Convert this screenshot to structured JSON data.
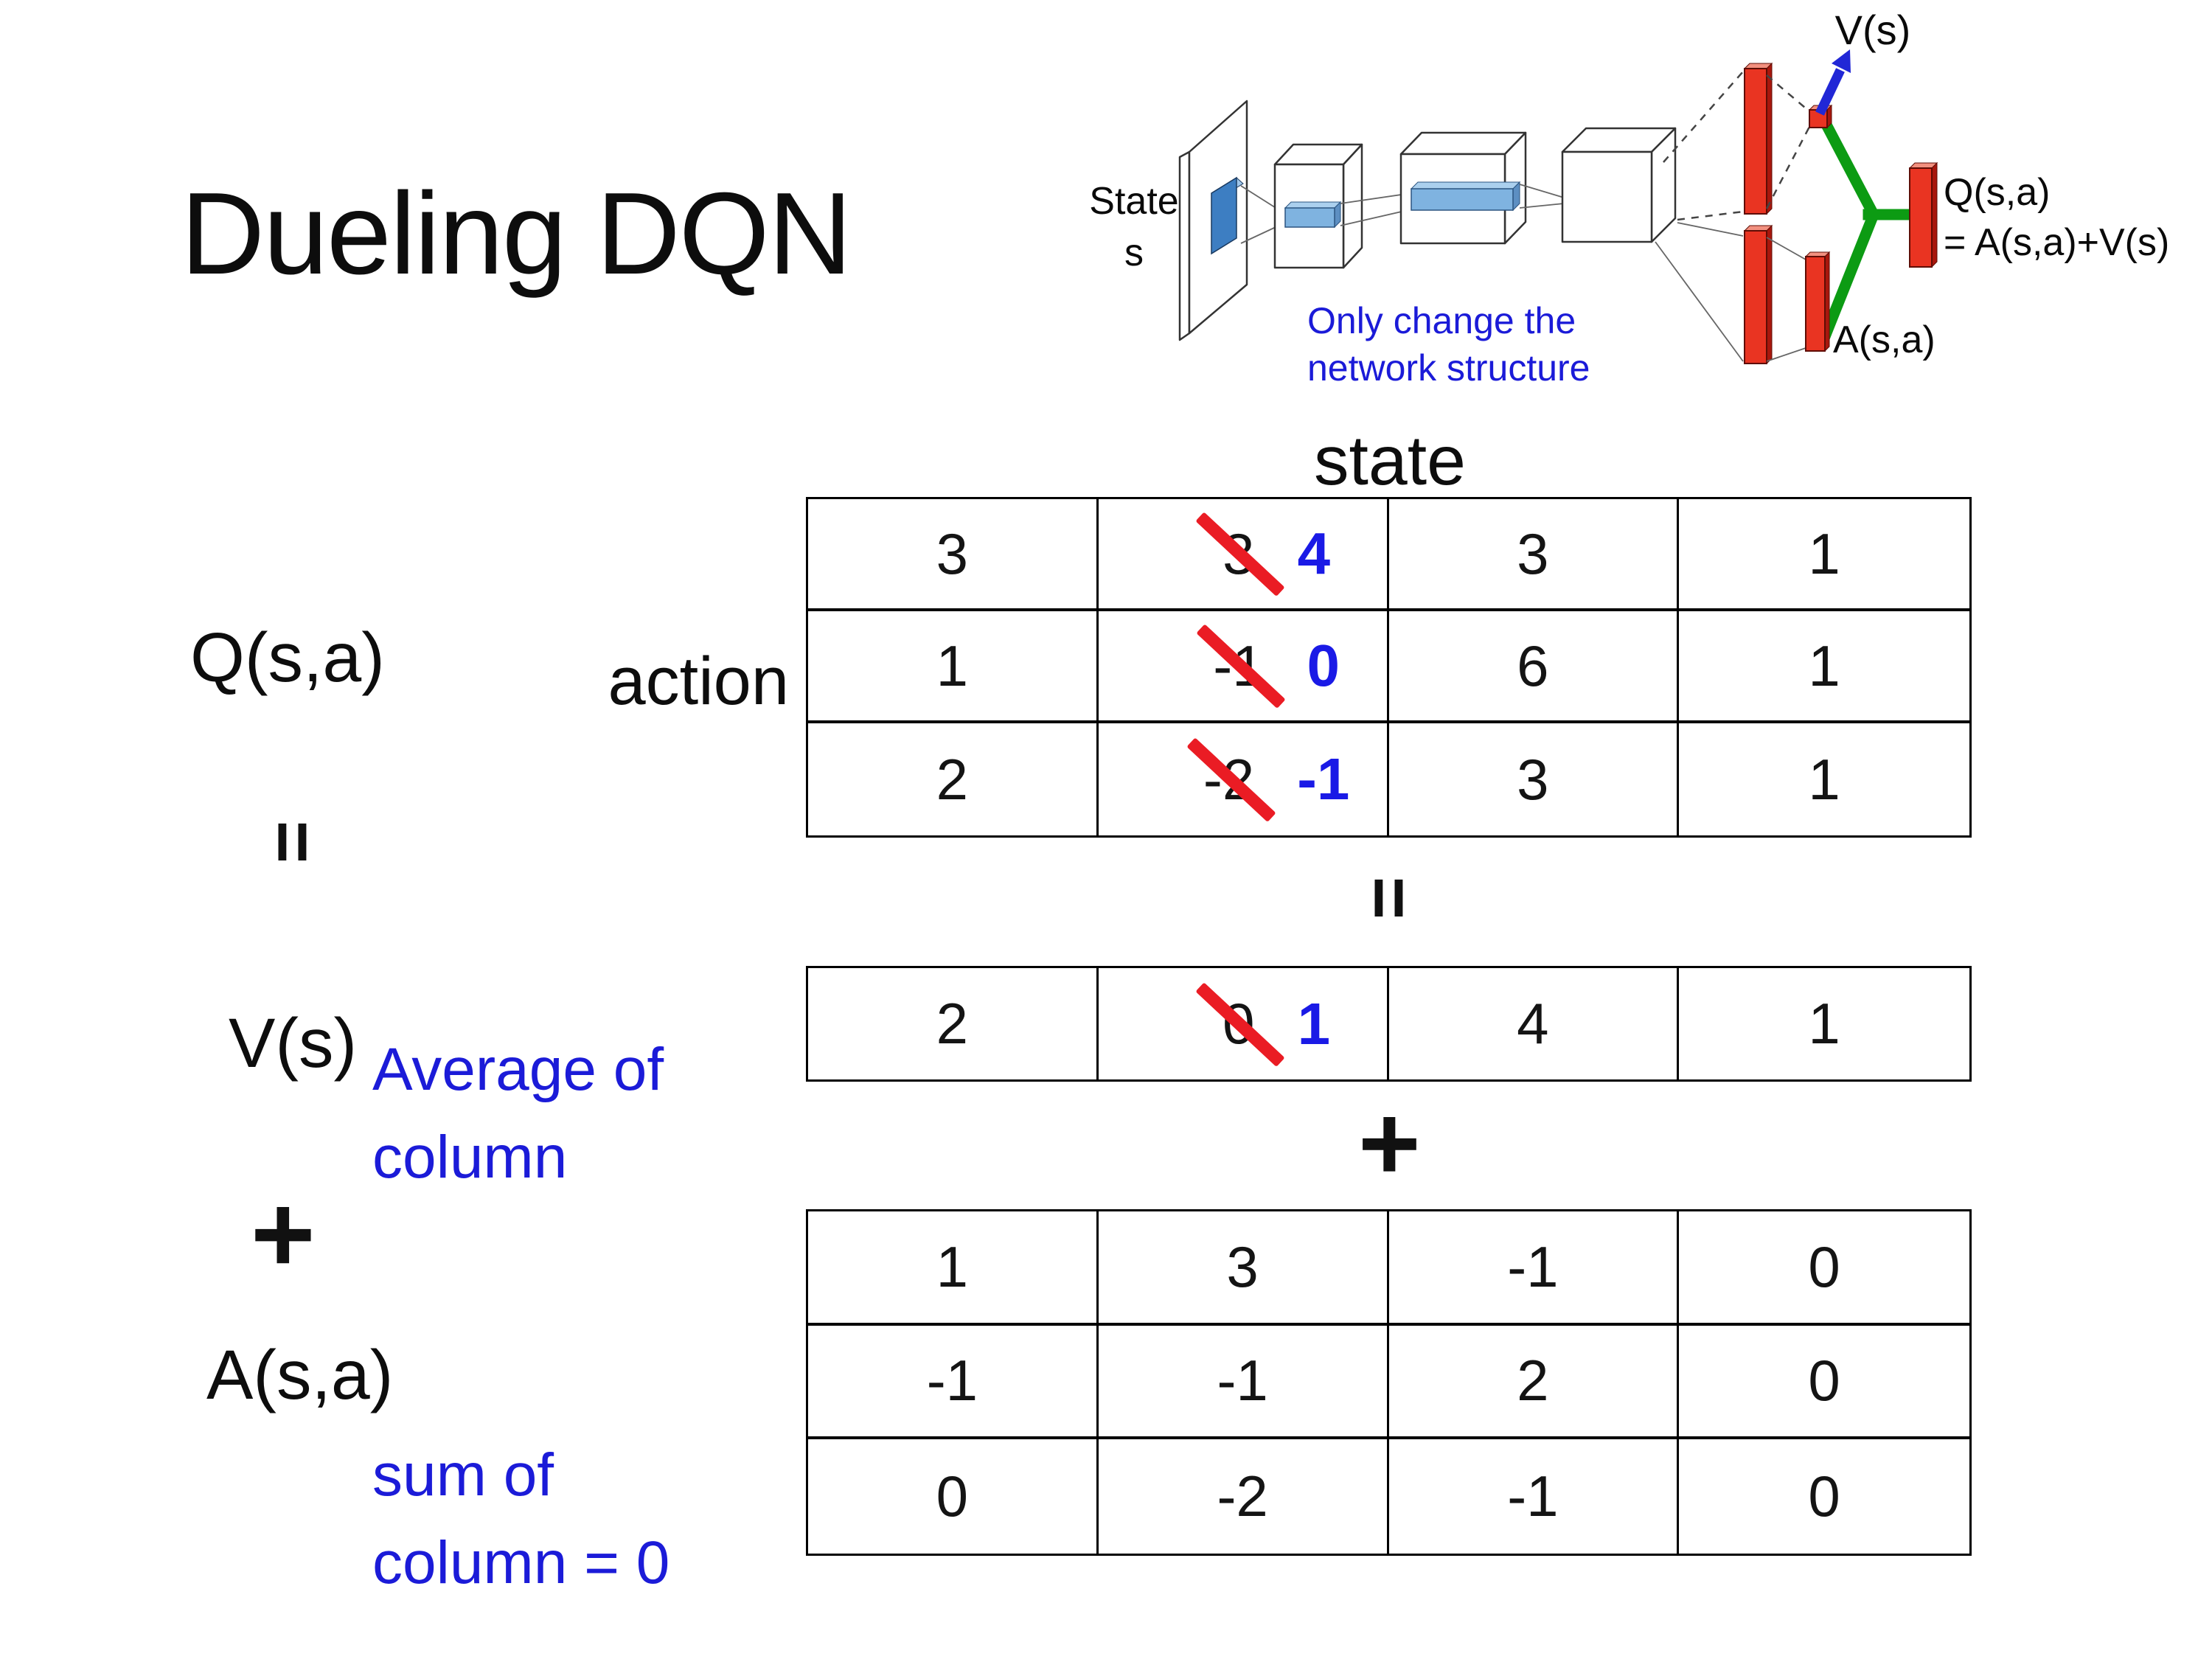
{
  "slide": {
    "title": "Dueling DQN"
  },
  "colors": {
    "highlight_blue": "#1a1ae6",
    "cross_red": "#ea1c24",
    "note_blue": "#1b1bd8",
    "diagram_green": "#0c9b13",
    "diagram_red": "#e93422",
    "arrow_blue": "#2127d6",
    "bar_blue": "#7fb3e0"
  },
  "diagram": {
    "state_line1": "State",
    "state_line2": "s",
    "note_line1": "Only change the",
    "note_line2": "network structure",
    "v_out_label": "V(s)",
    "a_out_label": "A(s,a)",
    "q_out_line1": "Q(s,a)",
    "q_out_line2": "= A(s,a)+V(s)"
  },
  "labels": {
    "q": "Q(s,a)",
    "action": "action",
    "state": "state",
    "eq_left": "=",
    "plus_left": "+",
    "v": "V(s)",
    "avg_note": "Average of\ncolumn",
    "a": "A(s,a)",
    "sum_note": "sum of\ncolumn = 0",
    "eq_center": "=",
    "plus_center": "+"
  },
  "q_table": {
    "rows": [
      [
        {
          "value": "3"
        },
        {
          "old": "3",
          "new": "4"
        },
        {
          "value": "3"
        },
        {
          "value": "1"
        }
      ],
      [
        {
          "value": "1"
        },
        {
          "old": "-1",
          "new": "0"
        },
        {
          "value": "6"
        },
        {
          "value": "1"
        }
      ],
      [
        {
          "value": "2"
        },
        {
          "old": "-2",
          "new": "-1"
        },
        {
          "value": "3"
        },
        {
          "value": "1"
        }
      ]
    ]
  },
  "v_table": {
    "rows": [
      [
        {
          "value": "2"
        },
        {
          "old": "0",
          "new": "1"
        },
        {
          "value": "4"
        },
        {
          "value": "1"
        }
      ]
    ]
  },
  "a_table": {
    "rows": [
      [
        {
          "value": "1"
        },
        {
          "value": "3"
        },
        {
          "value": "-1"
        },
        {
          "value": "0"
        }
      ],
      [
        {
          "value": "-1"
        },
        {
          "value": "-1"
        },
        {
          "value": "2"
        },
        {
          "value": "0"
        }
      ],
      [
        {
          "value": "0"
        },
        {
          "value": "-2"
        },
        {
          "value": "-1"
        },
        {
          "value": "0"
        }
      ]
    ]
  }
}
